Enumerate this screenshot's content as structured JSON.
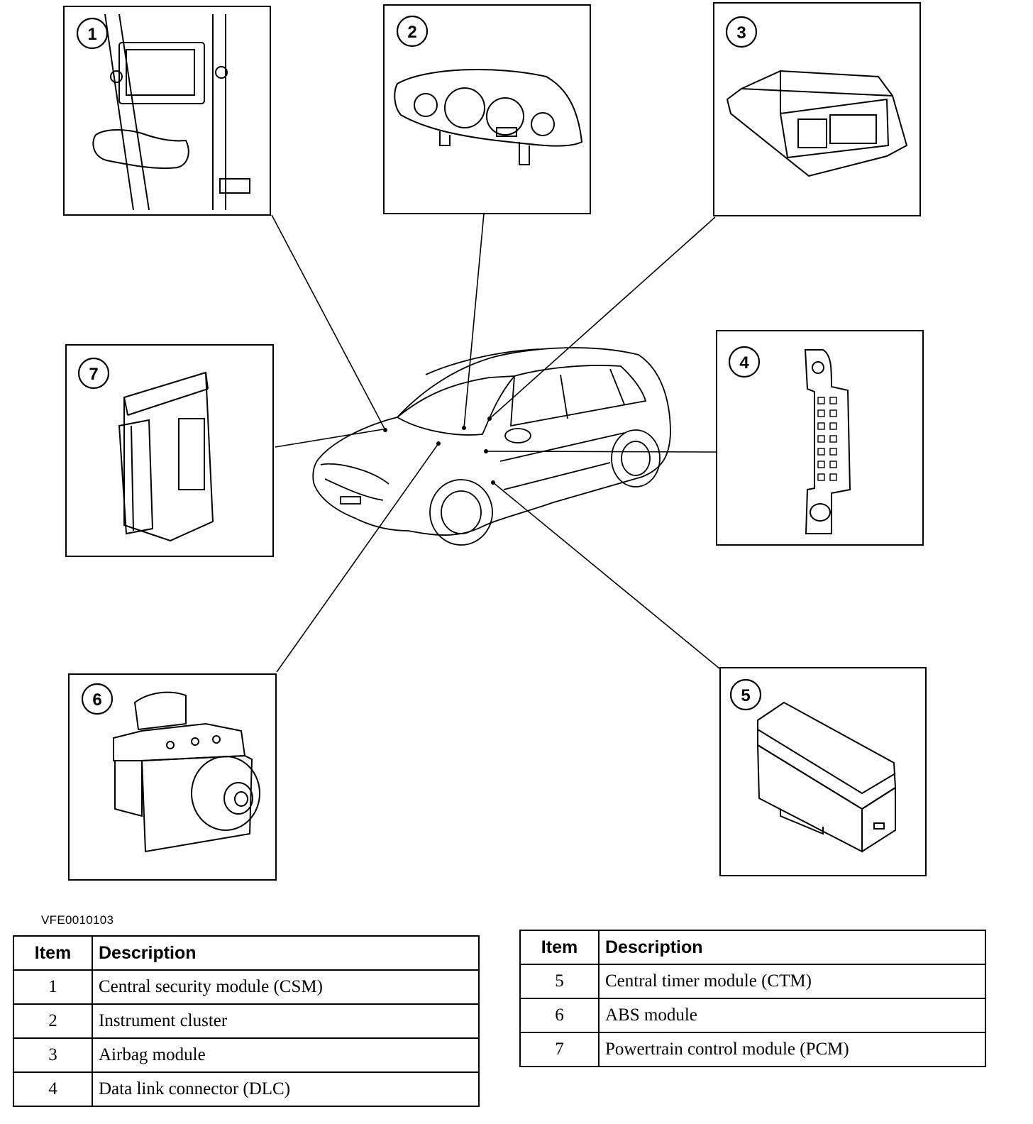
{
  "figure_code": "VFE0010103",
  "callouts": [
    "1",
    "2",
    "3",
    "4",
    "5",
    "6",
    "7"
  ],
  "table_left": {
    "headers": [
      "Item",
      "Description"
    ],
    "rows": [
      [
        "1",
        "Central security module (CSM)"
      ],
      [
        "2",
        "Instrument cluster"
      ],
      [
        "3",
        "Airbag module"
      ],
      [
        "4",
        "Data link connector (DLC)"
      ]
    ]
  },
  "table_right": {
    "headers": [
      "Item",
      "Description"
    ],
    "rows": [
      [
        "5",
        "Central timer module (CTM)"
      ],
      [
        "6",
        "ABS module"
      ],
      [
        "7",
        "Powertrain control module (PCM)"
      ]
    ]
  }
}
